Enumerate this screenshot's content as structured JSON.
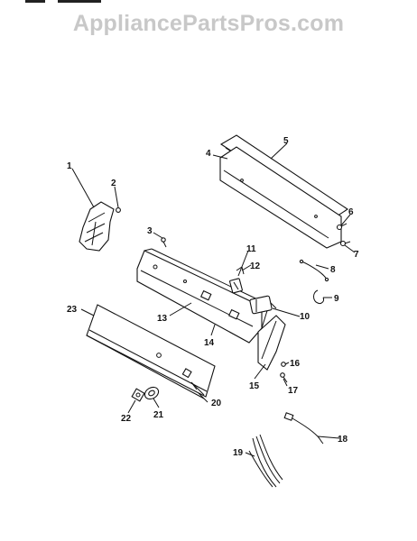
{
  "header": {
    "watermark": "AppliancePartsPros.com"
  },
  "diagram": {
    "callouts": {
      "c1": "1",
      "c2": "2",
      "c3": "3",
      "c4": "4",
      "c5": "5",
      "c6": "6",
      "c7": "7",
      "c8": "8",
      "c9": "9",
      "c10": "10",
      "c11": "11",
      "c12": "12",
      "c13": "13",
      "c14": "14",
      "c15": "15",
      "c16": "16",
      "c17": "17",
      "c18": "18",
      "c19": "19",
      "c20": "20",
      "c21": "21",
      "c22": "22",
      "c23": "23"
    }
  }
}
